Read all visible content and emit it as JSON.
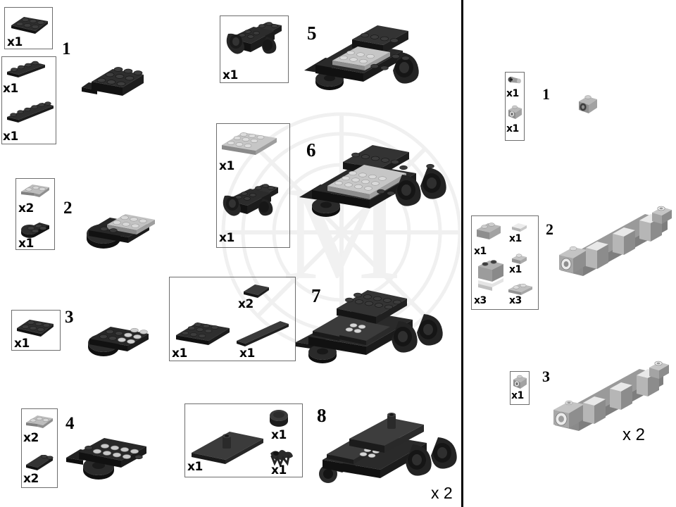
{
  "document": {
    "type": "lego-building-instructions",
    "watermark_letter": "M",
    "panels": [
      "left",
      "right"
    ]
  },
  "left_panel": {
    "steps": [
      {
        "number": "1",
        "boxes": [
          {
            "quantities": [
              "x1"
            ]
          },
          {
            "quantities": [
              "x1",
              "x1"
            ]
          }
        ]
      },
      {
        "number": "2",
        "boxes": [
          {
            "quantities": [
              "x2",
              "x1"
            ]
          }
        ]
      },
      {
        "number": "3",
        "boxes": [
          {
            "quantities": [
              "x1"
            ]
          }
        ]
      },
      {
        "number": "4",
        "boxes": [
          {
            "quantities": [
              "x2",
              "x2"
            ]
          }
        ]
      }
    ]
  },
  "middle_panel": {
    "steps": [
      {
        "number": "5",
        "boxes": [
          {
            "quantities": [
              "x1"
            ]
          }
        ],
        "multiplier": ""
      },
      {
        "number": "6",
        "boxes": [
          {
            "quantities": [
              "x1",
              "x1"
            ]
          }
        ],
        "multiplier": ""
      },
      {
        "number": "7",
        "boxes": [
          {
            "quantities": [
              "x2",
              "x1",
              "x1"
            ]
          }
        ],
        "multiplier": ""
      },
      {
        "number": "8",
        "boxes": [
          {
            "quantities": [
              "x1",
              "x1",
              "x1"
            ]
          }
        ],
        "multiplier": "x 2"
      }
    ]
  },
  "right_panel": {
    "steps": [
      {
        "number": "1",
        "boxes": [
          {
            "quantities": [
              "x1",
              "x1"
            ]
          }
        ],
        "multiplier": ""
      },
      {
        "number": "2",
        "boxes": [
          {
            "quantities": [
              "x1",
              "x1",
              "x1",
              "x3",
              "x3"
            ]
          }
        ],
        "multiplier": ""
      },
      {
        "number": "3",
        "boxes": [
          {
            "quantities": [
              "x1"
            ]
          }
        ],
        "multiplier": "x 2"
      }
    ]
  },
  "colors": {
    "brick_black": "#2b2b2b",
    "brick_black_dark": "#141414",
    "brick_black_top": "#3a3a3a",
    "brick_grey_light": "#c9c9c9",
    "brick_grey_mid": "#9a9a9a",
    "brick_grey_dark": "#6f6f6f",
    "box_border": "#6d6d6d",
    "divider": "#000000",
    "watermark": "#f2f2f2",
    "background": "#ffffff"
  }
}
